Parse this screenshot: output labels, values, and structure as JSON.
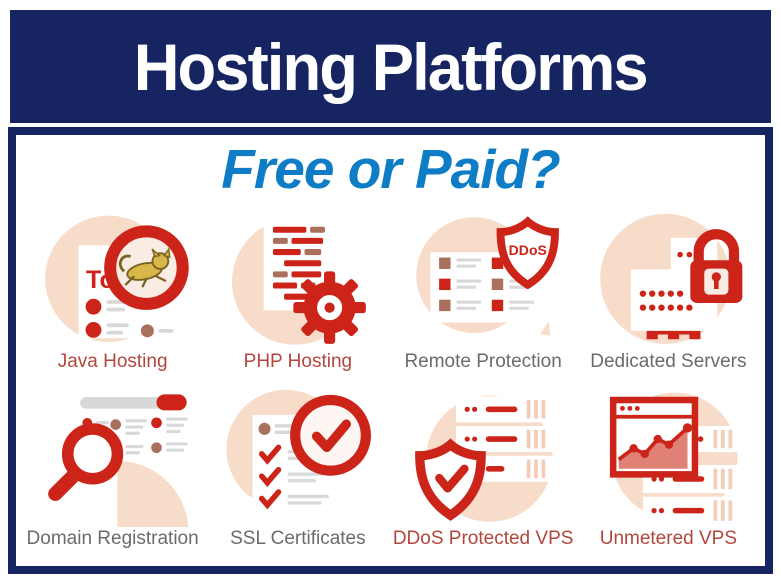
{
  "header": {
    "title": "Hosting Platforms"
  },
  "subtitle": {
    "text": "Free or Paid?"
  },
  "colors": {
    "navy": "#162561",
    "subtitle_blue": "#0e7dc6",
    "icon_red": "#cc2418",
    "brick_label": "#b2473d",
    "gray_label": "#6b6b6b",
    "peach": "#f8dcca"
  },
  "items": [
    {
      "label": "Java Hosting",
      "icon": "tomcat-java-icon",
      "badge_text": "Ton"
    },
    {
      "label": "PHP Hosting",
      "icon": "php-code-gear-icon"
    },
    {
      "label": "Remote Protection",
      "icon": "ddos-shield-icon",
      "badge_text": "DDoS"
    },
    {
      "label": "Dedicated Servers",
      "icon": "server-lock-icon"
    },
    {
      "label": "Domain Registration",
      "icon": "domain-search-icon"
    },
    {
      "label": "SSL Certificates",
      "icon": "certificate-check-icon"
    },
    {
      "label": "DDoS Protected VPS",
      "icon": "shield-server-icon"
    },
    {
      "label": "Unmetered VPS",
      "icon": "chart-server-icon"
    }
  ]
}
